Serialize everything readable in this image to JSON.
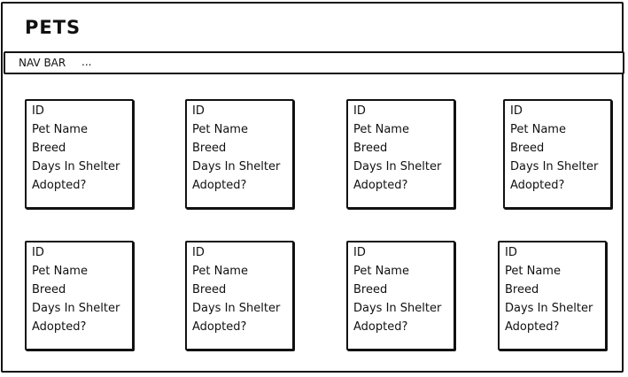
{
  "page": {
    "title": "PETS"
  },
  "nav": {
    "label": "NAV BAR",
    "more": "..."
  },
  "cards": [
    {
      "fields": [
        "ID",
        "Pet Name",
        "Breed",
        "Days In Shelter",
        "Adopted?"
      ]
    },
    {
      "fields": [
        "ID",
        "Pet Name",
        "Breed",
        "Days In Shelter",
        "Adopted?"
      ]
    },
    {
      "fields": [
        "ID",
        "Pet Name",
        "Breed",
        "Days In Shelter",
        "Adopted?"
      ]
    },
    {
      "fields": [
        "ID",
        "Pet Name",
        "Breed",
        "Days In Shelter",
        "Adopted?"
      ]
    },
    {
      "fields": [
        "ID",
        "Pet Name",
        "Breed",
        "Days In Shelter",
        "Adopted?"
      ]
    },
    {
      "fields": [
        "ID",
        "Pet Name",
        "Breed",
        "Days In Shelter",
        "Adopted?"
      ]
    },
    {
      "fields": [
        "ID",
        "Pet Name",
        "Breed",
        "Days In Shelter",
        "Adopted?"
      ]
    },
    {
      "fields": [
        "ID",
        "Pet Name",
        "Breed",
        "Days In Shelter",
        "Adopted?"
      ]
    }
  ]
}
